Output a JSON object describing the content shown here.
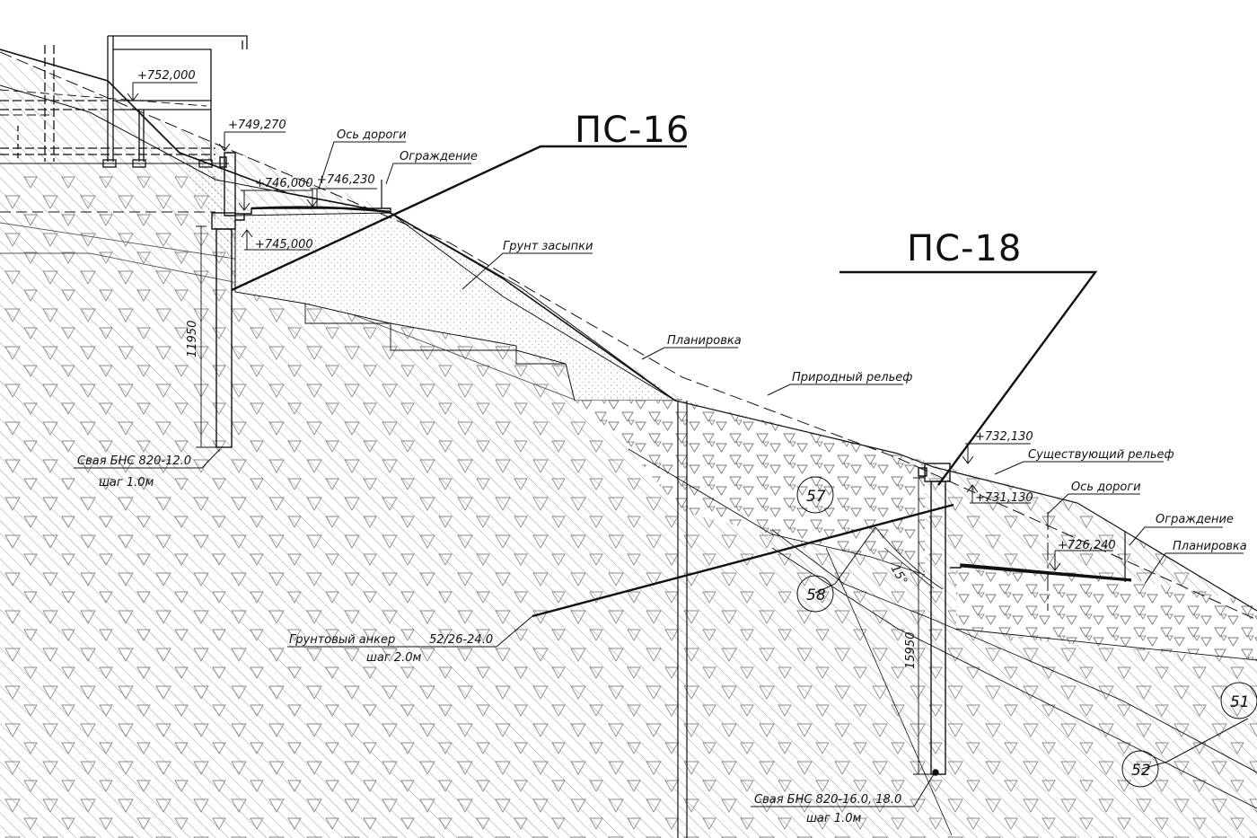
{
  "colors": {
    "ink": "#111111",
    "hatch": "#9a9a9a",
    "paper": "#ffffff"
  },
  "labels": {
    "walls": {
      "ps16": "ПС-16",
      "ps18": "ПС-18"
    },
    "elevations": {
      "e752": "+752,000",
      "e749": "+749,270",
      "e746a": "+746,000",
      "e746b": "+746,230",
      "e745": "+745,000",
      "e732": "+732,130",
      "e731": "+731,130",
      "e726": "+726,240"
    },
    "callouts": {
      "road_axis_1": "Ось дороги",
      "fence_1": "Ограждение",
      "backfill": "Грунт засыпки",
      "grading_1": "Планировка",
      "natural_relief": "Природный рельеф",
      "existing_relief": "Существующий рельеф",
      "road_axis_2": "Ось дороги",
      "fence_2": "Ограждение",
      "grading_2": "Планировка"
    },
    "piles": {
      "pile1_line1": "Свая БНС 820-12.0",
      "pile1_line2": "шаг 1.0м",
      "pile2_line1": "Свая БНС 820-16.0, 18.0",
      "pile2_line2": "шаг 1.0м"
    },
    "anchor": {
      "line1": "Грунтовый анкер",
      "spec": "52/26-24.0",
      "line2": "шаг 2.0м"
    },
    "dimensions": {
      "d1": "11950",
      "d2": "15950",
      "angle": "15°"
    },
    "layers": {
      "l57": "57",
      "l58": "58",
      "l51": "51",
      "l52": "52"
    }
  }
}
